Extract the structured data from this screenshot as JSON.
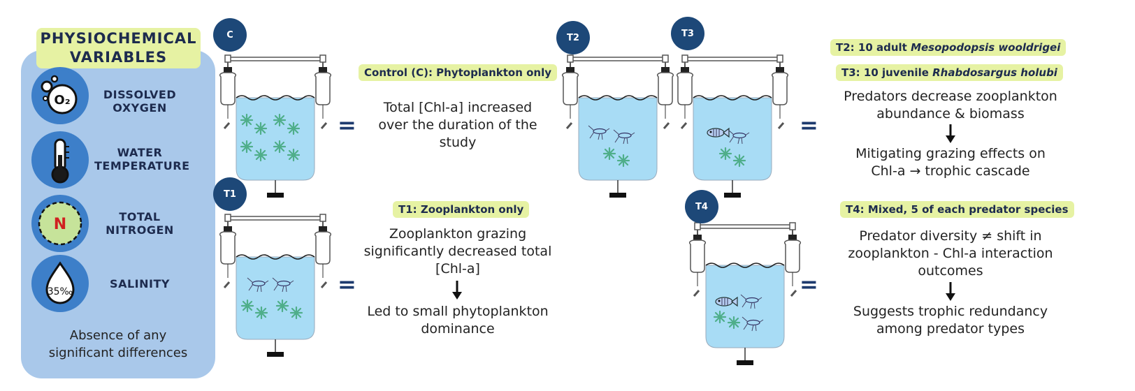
{
  "panel": {
    "title_line1": "PHYSIOCHEMICAL",
    "title_line2": "VARIABLES",
    "variables": [
      {
        "icon": "dissolved-oxygen-icon",
        "line1": "DISSOLVED",
        "line2": "OXYGEN",
        "glyph": "O₂"
      },
      {
        "icon": "thermometer-icon",
        "line1": "WATER",
        "line2": "TEMPERATURE",
        "glyph": ""
      },
      {
        "icon": "nitrogen-icon",
        "line1": "TOTAL",
        "line2": "NITROGEN",
        "glyph": "N"
      },
      {
        "icon": "salinity-drop-icon",
        "line1": "SALINITY",
        "line2": "",
        "glyph": "35‰"
      }
    ],
    "note_line1": "Absence of any",
    "note_line2": "significant differences"
  },
  "badges": {
    "c": "C",
    "t1": "T1",
    "t2": "T2",
    "t3": "T3",
    "t4": "T4"
  },
  "equals": "=",
  "control": {
    "heading": "Control (C): Phytoplankton only",
    "text_line1": "Total [Chl-a] increased",
    "text_line2": "over the duration of the",
    "text_line3": "study"
  },
  "t1": {
    "heading": "T1: Zooplankton only",
    "text_line1": "Zooplankton grazing",
    "text_line2": "significantly decreased total",
    "text_line3": "[Chl-a]",
    "arrow": "🠗",
    "result_line1": "Led to small phytoplankton",
    "result_line2": "dominance"
  },
  "t2t3": {
    "t2_heading_prefix": "T2: 10 adult ",
    "t2_heading_species": "Mesopodopsis wooldrigei",
    "t3_heading_prefix": "T3: 10 juvenile ",
    "t3_heading_species": "Rhabdosargus holubi",
    "text_line1": "Predators decrease zooplankton",
    "text_line2": "abundance & biomass",
    "result_line1": "Mitigating grazing effects on",
    "result_line2": "Chl-a → trophic cascade"
  },
  "t4": {
    "heading": "T4: Mixed, 5 of each predator species",
    "text_line1": "Predator diversity ≠ shift in",
    "text_line2": "zooplankton - Chl-a interaction",
    "text_line3": "outcomes",
    "result_line1": "Suggests trophic redundancy",
    "result_line2": "among predator types"
  },
  "colors": {
    "panel": "#a9c8ea",
    "highlight": "#e6f2a3",
    "badge": "#1d4878",
    "water": "#a8dcf5",
    "phyto": "#4fae8a"
  }
}
